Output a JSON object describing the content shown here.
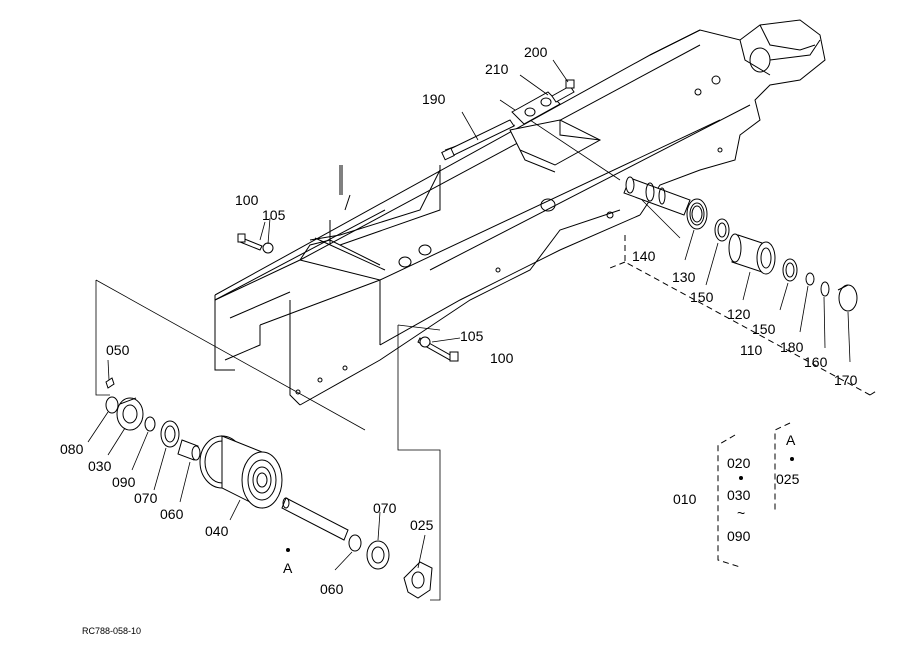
{
  "part_labels": {
    "p200": "200",
    "p210": "210",
    "p190": "190",
    "p100_top": "100",
    "p105_top": "105",
    "p050": "050",
    "p080": "080",
    "p030": "030",
    "p090": "090",
    "p070_left": "070",
    "p060_left": "060",
    "p040": "040",
    "A_label": "A",
    "p070_right": "070",
    "p025": "025",
    "p060_right": "060",
    "p105_right": "105",
    "p100_right": "100",
    "p140": "140",
    "p130": "130",
    "p150_a": "150",
    "p120": "120",
    "p150_b": "150",
    "p110": "110",
    "p180": "180",
    "p160": "160",
    "p170": "170"
  },
  "legend": {
    "p010": "010",
    "p020": "020",
    "p030": "030",
    "tilde": "~",
    "p090": "090",
    "A": "A",
    "p025": "025"
  },
  "drawing_code": "RC788-058-10"
}
